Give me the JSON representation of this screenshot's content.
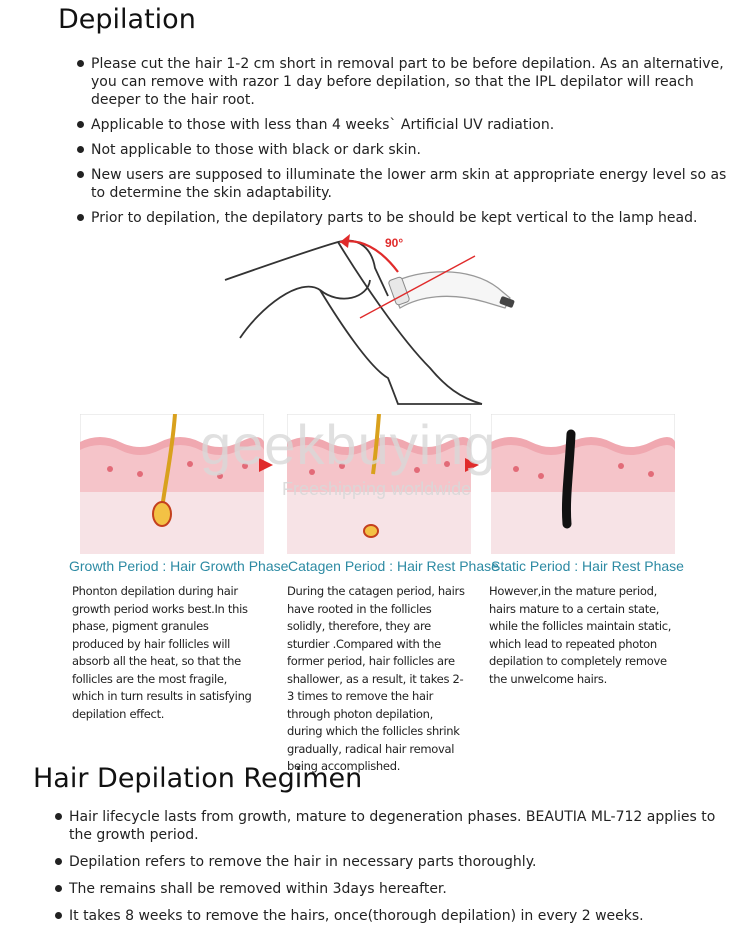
{
  "section1": {
    "title": "Depilation",
    "bullets": [
      "Please cut the hair 1-2 cm short in removal part to be before depilation. As an alternative, you can remove with razor 1 day before depilation, so that the IPL depilator will reach deeper to the hair root.",
      "Applicable to those with less than 4 weeks` Artificial UV radiation.",
      "Not applicable to those with black or dark skin.",
      "New users are supposed to illuminate the lower arm skin at appropriate energy level so as to determine the skin adaptability.",
      "Prior to depilation, the depilatory parts to be should be kept vertical to the lamp head."
    ]
  },
  "illustration": {
    "angle_label": "90°"
  },
  "watermark": {
    "brand": "geekbuying",
    "tagline": "Freeshipping worldwide"
  },
  "phases": [
    {
      "title": "Growth Period : Hair Growth Phase",
      "desc": "Phonton depilation during hair growth period works best.In this phase, pigment granules produced by hair follicles will absorb all the heat, so that the follicles are the most fragile, which in turn results in satisfying depilation effect."
    },
    {
      "title": "Catagen Period : Hair Rest Phase",
      "desc": "During the catagen period, hairs have rooted in the follicles solidly, therefore, they are sturdier .Compared with the former period, hair follicles are shallower, as a result, it takes 2-3 times to remove the hair through photon depilation, during which the follicles shrink gradually, radical hair removal being accomplished."
    },
    {
      "title": "Static Period : Hair Rest Phase",
      "desc": "However,in the mature period, hairs mature to a certain state, while the follicles maintain static, which lead to repeated photon depilation to completely remove the unwelcome hairs."
    }
  ],
  "section2": {
    "title": "Hair Depilation Regimen",
    "bullets": [
      "Hair lifecycle lasts from growth, mature to degeneration phases. BEAUTIA ML-712 applies to the growth period.",
      "Depilation refers to remove the hair in necessary parts thoroughly.",
      "The remains shall be removed within 3days hereafter.",
      "It takes 8 weeks to remove the hairs, once(thorough depilation) in every 2 weeks."
    ]
  },
  "colors": {
    "accent": "#2c8aa3",
    "arrow_red": "#e02b2b",
    "skin": "#f3b8bd"
  }
}
